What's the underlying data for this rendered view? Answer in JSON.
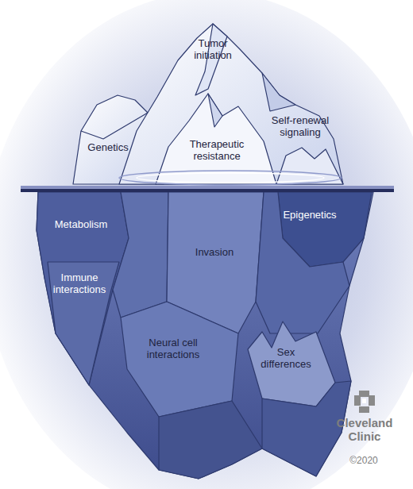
{
  "diagram": {
    "labels": [
      "Tumor initiation",
      "Genetics",
      "Self-renewal signaling",
      "Therapeutic resistance",
      "Metabolism",
      "Invasion",
      "Epigenetics",
      "Immune interactions",
      "Neural cell interactions",
      "Sex differences",
      "Cleveland Clinic",
      "©2020"
    ]
  }
}
